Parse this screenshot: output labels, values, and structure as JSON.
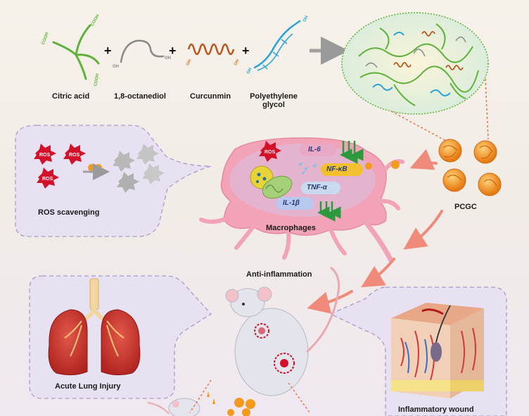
{
  "synthesis": {
    "reagent1": "Citric acid",
    "reagent2": "1,8-octanediol",
    "reagent3": "Curcunmin",
    "reagent4_line1": "Polyethylene",
    "reagent4_line2": "glycol",
    "cooh": "COOH",
    "oh": "OH",
    "plus": "+"
  },
  "ros": {
    "label": "ROS scavenging",
    "badge": "ROS"
  },
  "macrophage": {
    "label": "Macrophages",
    "il6": "IL-6",
    "nfkb": "NF-κB",
    "tnfa": "TNF-α",
    "il1b": "IL-1β"
  },
  "pcgc": {
    "label": "PCGC"
  },
  "anti": {
    "label": "Anti-inflammation"
  },
  "lung": {
    "label": "Acute Lung Injury"
  },
  "wound": {
    "label": "Inflammatory wound"
  },
  "colors": {
    "citric": "#5fb13a",
    "peg": "#2aa3d6",
    "curcumin": "#b8541a",
    "octanediol": "#8a8a8a",
    "nanoparticle": "#f39a1e",
    "arrow": "#f08a7a",
    "ros": "#d3122a",
    "cell": "#f2a3b8",
    "panel": "#e9e2f3"
  }
}
